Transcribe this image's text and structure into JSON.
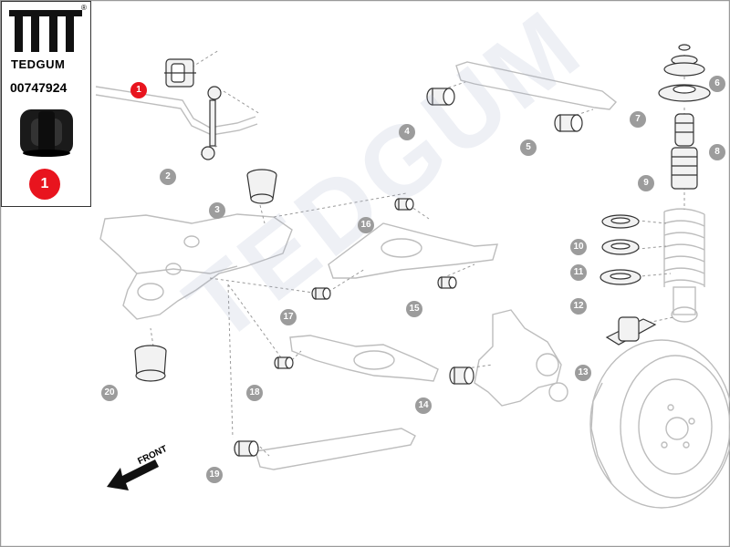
{
  "brand": {
    "name": "TEDGUM",
    "registered_mark": "®"
  },
  "part_number": "00747924",
  "selected_callout": "1",
  "front_label": "FRONT",
  "watermark": "TEDGUM",
  "callouts": [
    "1",
    "2",
    "3",
    "4",
    "5",
    "6",
    "7",
    "8",
    "9",
    "10",
    "11",
    "12",
    "13",
    "14",
    "15",
    "16",
    "17",
    "18",
    "19",
    "20"
  ],
  "colors": {
    "highlight": "#e8141e",
    "callout": "#9c9c9c",
    "line": "#b8b8b8"
  }
}
